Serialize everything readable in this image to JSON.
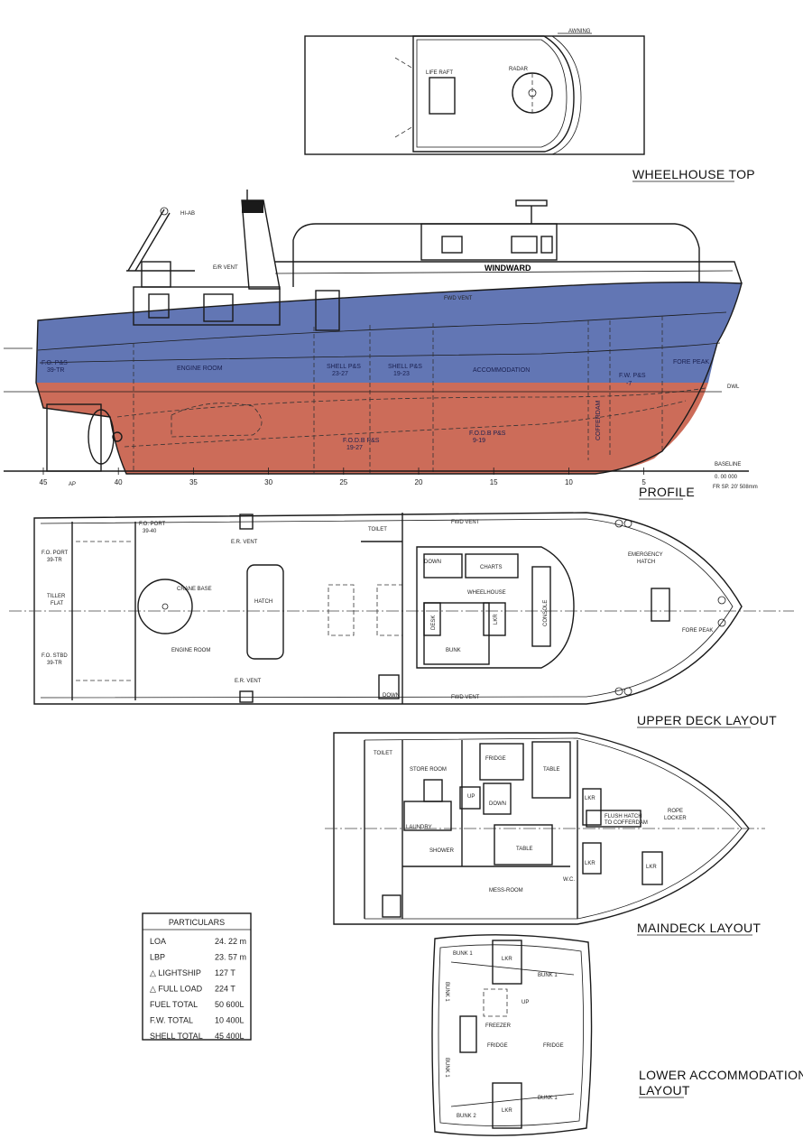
{
  "colors": {
    "upper_hull": "#6276b4",
    "lower_hull": "#cc6c59",
    "ink": "#1a1a1a"
  },
  "titles": {
    "wheelhouse_top": "WHEELHOUSE TOP",
    "profile": "PROFILE",
    "upper_deck": "UPPER DECK LAYOUT",
    "maindeck": "MAINDECK LAYOUT",
    "lower_accom_line1": "LOWER ACCOMMODATION",
    "lower_accom_line2": "LAYOUT"
  },
  "wheelhouse_top": {
    "awning": "AWNING",
    "life_raft": "LIFE RAFT",
    "radar": "RADAR"
  },
  "profile": {
    "hiab": "HI-AB",
    "er_vent": "E/R VENT",
    "fwd_vent": "FWD VENT",
    "windward": "WINDWARD",
    "fo_ps": "F.O. P&S",
    "fo_ps_frames": "39-TR",
    "engine_room": "ENGINE ROOM",
    "shell_ps_1": "SHELL P&S",
    "shell_ps_1_frames": "23-27",
    "shell_ps_2": "SHELL P&S",
    "shell_ps_2_frames": "19-23",
    "accommodation": "ACCOMMODATION",
    "fw_ps": "F.W. P&S",
    "fw_ps_frames": "-7",
    "fore_peak": "FORE PEAK",
    "dwl": "DWL",
    "fodb_1": "F.O.D.B P&S",
    "fodb_1_frames": "19-27",
    "fodb_2": "F.O.D.B P&S",
    "fodb_2_frames": "9-19",
    "cofferdam": "COFFERDAM",
    "baseline": "BASELINE",
    "baseline_coords": "0. 00 000",
    "frame_spacing": "FR SP. 20' 508mm",
    "ap": "AP",
    "frame_ticks": [
      "45",
      "40",
      "35",
      "30",
      "25",
      "20",
      "15",
      "10",
      "5"
    ]
  },
  "upper_deck": {
    "fo_port": "F.O. PORT",
    "fo_port_frames": "39-40",
    "fo_port_left": "F.O. PORT",
    "fo_port_left_frames": "39-TR",
    "tiller_flat_1": "TILLER",
    "tiller_flat_2": "FLAT",
    "fo_stbd": "F.O. STBD",
    "fo_stbd_frames": "39-TR",
    "crane_base": "CRANE BASE",
    "engine_room": "ENGINE ROOM",
    "er_vent_top": "E.R. VENT",
    "er_vent_bottom": "E.R. VENT",
    "hatch": "HATCH",
    "toilet": "TOILET",
    "fwd_vent_top": "FWD VENT",
    "fwd_vent_bottom": "FWD VENT",
    "down_1": "DOWN",
    "down_2": "DOWN",
    "charts": "CHARTS",
    "wheelhouse": "WHEELHOUSE",
    "console": "CONSOLE",
    "desk": "DESK",
    "lkr": "LKR",
    "bunk": "BUNK",
    "emergency_hatch_1": "EMERGENCY",
    "emergency_hatch_2": "HATCH",
    "fore_peak": "FORE PEAK"
  },
  "maindeck": {
    "toilet": "TOILET",
    "store_room": "STORE ROOM",
    "fridge": "FRIDGE",
    "table_top": "TABLE",
    "up": "UP",
    "down": "DOWN",
    "laundry": "LAUNDRY",
    "shower": "SHOWER",
    "table_mid": "TABLE",
    "lkr_1": "LKR",
    "lkr_2": "LKR",
    "lkr_3": "LKR",
    "flush_hatch_1": "FLUSH HATCH",
    "flush_hatch_2": "TO COFFERDAM",
    "rope_locker_1": "ROPE",
    "rope_locker_2": "LOCKER",
    "wc": "W.C.",
    "mess_room": "MESS-ROOM"
  },
  "particulars": {
    "heading": "PARTICULARS",
    "rows": [
      {
        "label": "LOA",
        "value": "24. 22 m"
      },
      {
        "label": "LBP",
        "value": "23. 57 m"
      },
      {
        "label": "△ LIGHTSHIP",
        "value": "127 T"
      },
      {
        "label": "△ FULL LOAD",
        "value": "224 T"
      },
      {
        "label": "FUEL  TOTAL",
        "value": "50 600L"
      },
      {
        "label": "F.W.  TOTAL",
        "value": "10 400L"
      },
      {
        "label": "SHELL  TOTAL",
        "value": "45 400L"
      }
    ]
  },
  "lower_accom": {
    "bunk_1": "BUNK 1",
    "lkr_top": "LKR",
    "bunk_2": "BUNK 1",
    "bunk_left_top": "BUNK 1",
    "up": "UP",
    "freezer": "FREEZER",
    "fridge_1": "FRIDGE",
    "fridge_2": "FRIDGE",
    "bunk_left_bottom": "BUNK 1",
    "lkr_bottom": "LKR",
    "bunk_br": "BUNK 1",
    "bunk_bl": "BUNK 2"
  }
}
